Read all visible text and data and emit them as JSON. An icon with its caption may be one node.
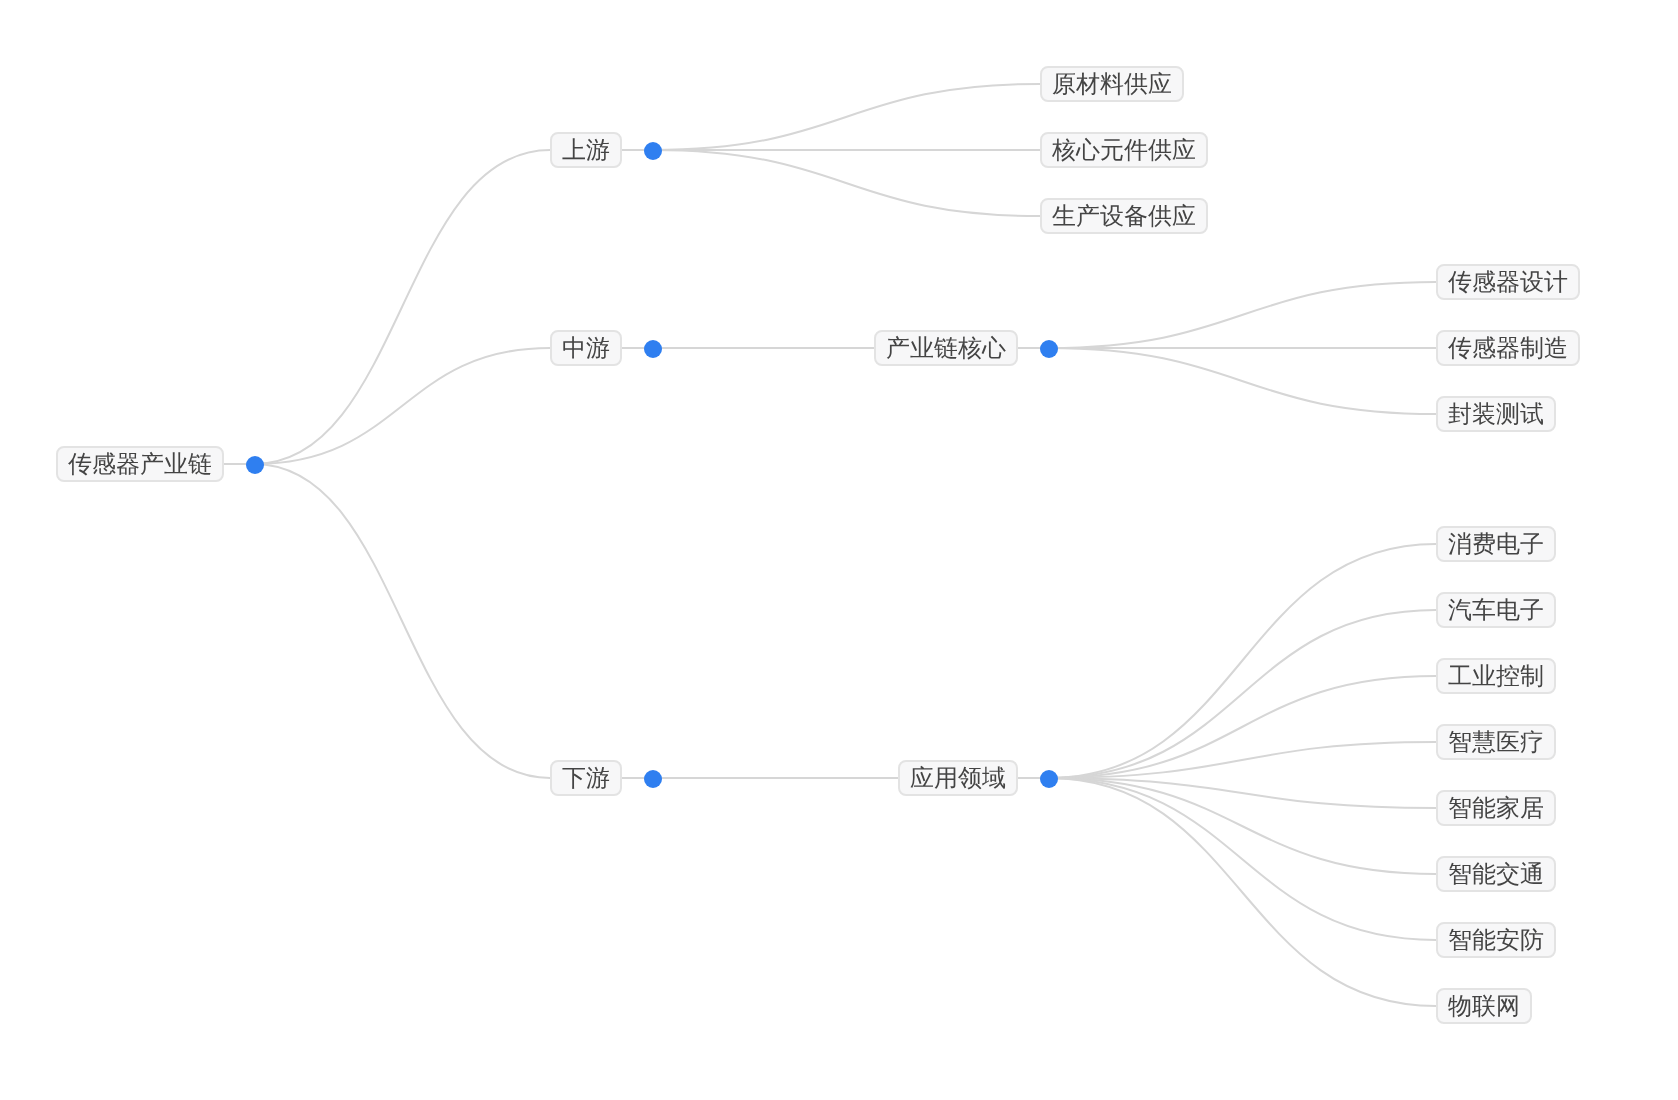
{
  "diagram": {
    "nodes": [
      {
        "text": [
          "传感器产业链"
        ]
      },
      {
        "text": [
          "上游"
        ]
      },
      {
        "text": [
          "原材料供应"
        ]
      },
      {
        "text": [
          "核心元件供应"
        ]
      },
      {
        "text": [
          "生产设备供应"
        ]
      },
      {
        "text": [
          "中游"
        ]
      },
      {
        "text": [
          "产业链核心"
        ]
      },
      {
        "text": [
          "传感器设计"
        ]
      },
      {
        "text": [
          "传感器制造"
        ]
      },
      {
        "text": [
          "封装测试"
        ]
      },
      {
        "text": [
          "下游"
        ]
      },
      {
        "text": [
          "应用领域"
        ]
      },
      {
        "text": [
          "消费电子"
        ]
      },
      {
        "text": [
          "汽车电子"
        ]
      },
      {
        "text": [
          "工业控制"
        ]
      },
      {
        "text": [
          "智慧医疗"
        ]
      },
      {
        "text": [
          "智能家居"
        ]
      },
      {
        "text": [
          "智能交通"
        ]
      },
      {
        "text": [
          "智能安防"
        ]
      },
      {
        "text": [
          "物联网"
        ]
      }
    ],
    "edges": [
      {
        "from": 0,
        "to": 1,
        "arrow": "none"
      },
      {
        "from": 0,
        "to": 5,
        "arrow": "none"
      },
      {
        "from": 0,
        "to": 10,
        "arrow": "none"
      },
      {
        "from": 1,
        "to": 2,
        "arrow": "none"
      },
      {
        "from": 1,
        "to": 3,
        "arrow": "none"
      },
      {
        "from": 1,
        "to": 4,
        "arrow": "none"
      },
      {
        "from": 5,
        "to": 6,
        "arrow": "none"
      },
      {
        "from": 6,
        "to": 7,
        "arrow": "none"
      },
      {
        "from": 6,
        "to": 8,
        "arrow": "none"
      },
      {
        "from": 6,
        "to": 9,
        "arrow": "none"
      },
      {
        "from": 10,
        "to": 11,
        "arrow": "none"
      },
      {
        "from": 11,
        "to": 12,
        "arrow": "none"
      },
      {
        "from": 11,
        "to": 13,
        "arrow": "none"
      },
      {
        "from": 11,
        "to": 14,
        "arrow": "none"
      },
      {
        "from": 11,
        "to": 15,
        "arrow": "none"
      },
      {
        "from": 11,
        "to": 16,
        "arrow": "none"
      },
      {
        "from": 11,
        "to": 17,
        "arrow": "none"
      },
      {
        "from": 11,
        "to": 18,
        "arrow": "none"
      },
      {
        "from": 11,
        "to": 19,
        "arrow": "none"
      }
    ]
  }
}
